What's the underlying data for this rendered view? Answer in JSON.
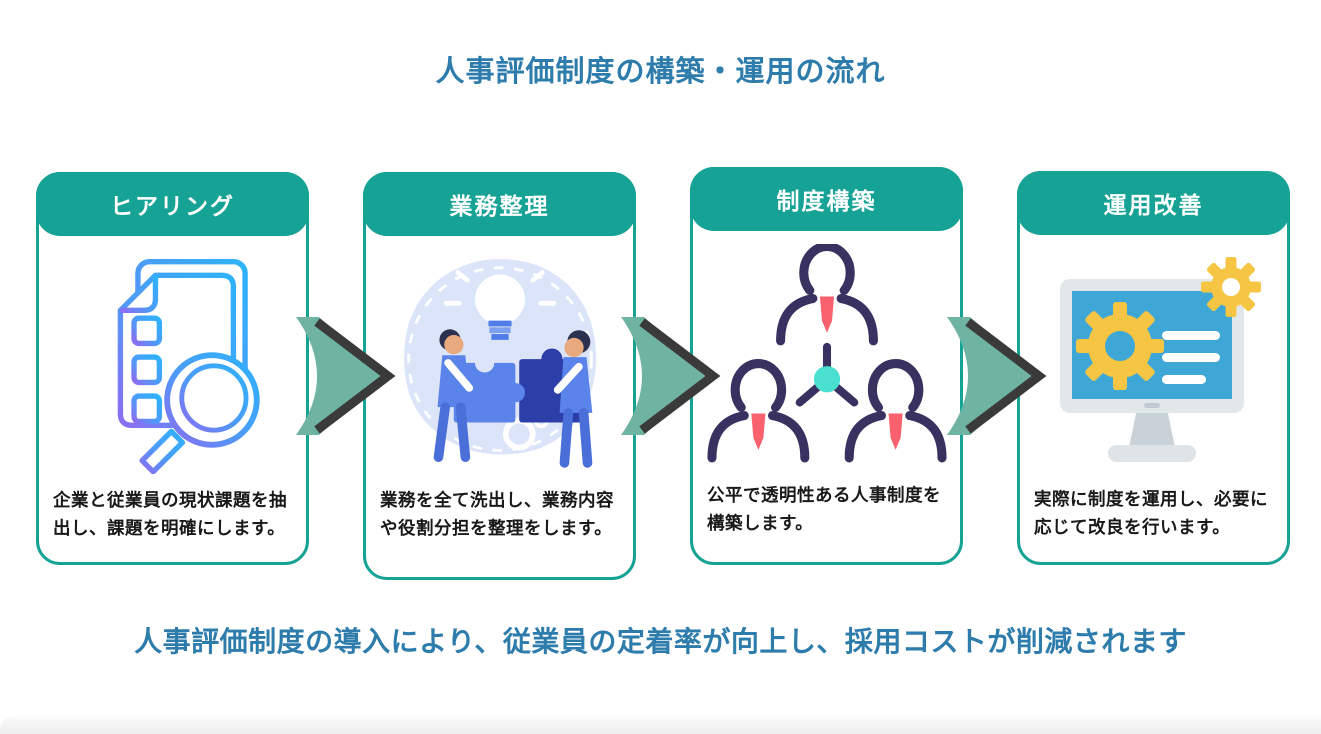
{
  "page": {
    "title": "人事評価制度の構築・運用の流れ",
    "tagline": "人事評価制度の導入により、従業員の定着率が向上し、採用コストが削減されます"
  },
  "steps": [
    {
      "title": "ヒアリング",
      "description": "企業と従業員の現状課題を抽出し、課題を明確にします。",
      "icon": "document-magnifier-icon"
    },
    {
      "title": "業務整理",
      "description": "業務を全て洗出し、業務内容や役割分担を整理をします。",
      "icon": "teamwork-puzzle-icon"
    },
    {
      "title": "制度構築",
      "description": "公平で透明性ある人事制度を構築します。",
      "icon": "org-people-icon"
    },
    {
      "title": "運用改善",
      "description": "実際に制度を運用し、必要に応じて改良を行います。",
      "icon": "monitor-gears-icon"
    }
  ],
  "colors": {
    "card_teal": "#16a294",
    "heading_blue": "#2e7cab",
    "arrow_teal": "#6fb3a2",
    "arrow_outline": "#3a3a3a",
    "doc_gradient_start": "#2eb3fc",
    "doc_gradient_end": "#8d6cf2",
    "person_outline": "#393260",
    "tie_red": "#f9616e",
    "hub_teal": "#4ae0cf",
    "gear_yellow": "#f6c544",
    "screen_blue": "#3fa7d6"
  }
}
